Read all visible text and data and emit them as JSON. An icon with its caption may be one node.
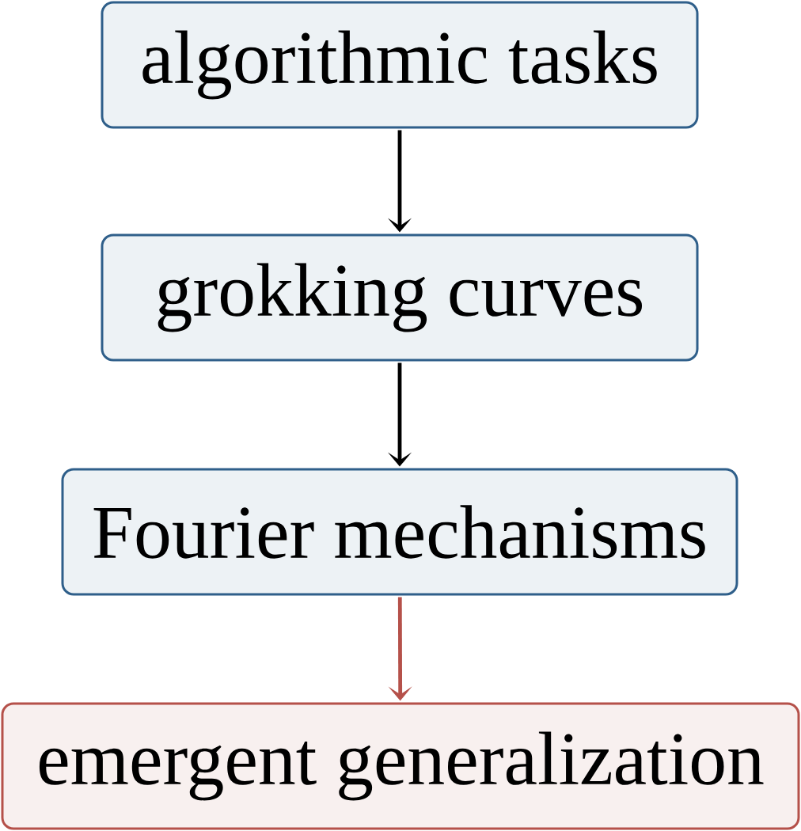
{
  "diagram": {
    "nodes": [
      {
        "text": [
          "algorithmic tasks"
        ]
      },
      {
        "text": [
          "grokking curves"
        ]
      },
      {
        "text": [
          "Fourier mechanisms"
        ]
      },
      {
        "text": [
          "emergent generalization"
        ]
      }
    ],
    "edges": [
      {
        "from": 0,
        "to": 1,
        "arrow": "to"
      },
      {
        "from": 1,
        "to": 2,
        "arrow": "to"
      },
      {
        "from": 2,
        "to": 3,
        "arrow": "to",
        "color": "#b5514a"
      }
    ]
  }
}
